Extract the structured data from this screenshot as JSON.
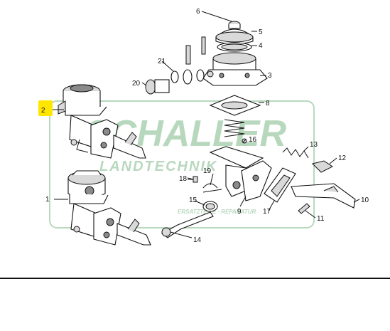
{
  "watermark": {
    "brand": "SCHALLER",
    "subtitle": "LANDTECHNIK",
    "tagline": "ERSATZTEILE · REPARATUR"
  },
  "highlight_color": "#ffe600",
  "watermark_color": "#7fb98a",
  "callouts": {
    "c1": "1",
    "c2": "2",
    "c3": "3",
    "c4": "4",
    "c5": "5",
    "c6": "6",
    "c8": "8",
    "c9": "9",
    "c10": "10",
    "c11": "11",
    "c12": "12",
    "c13": "13",
    "c14": "14",
    "c15": "15",
    "c16": "16",
    "c17": "17",
    "c18": "18",
    "c19": "19",
    "c20": "20",
    "c21": "21"
  }
}
